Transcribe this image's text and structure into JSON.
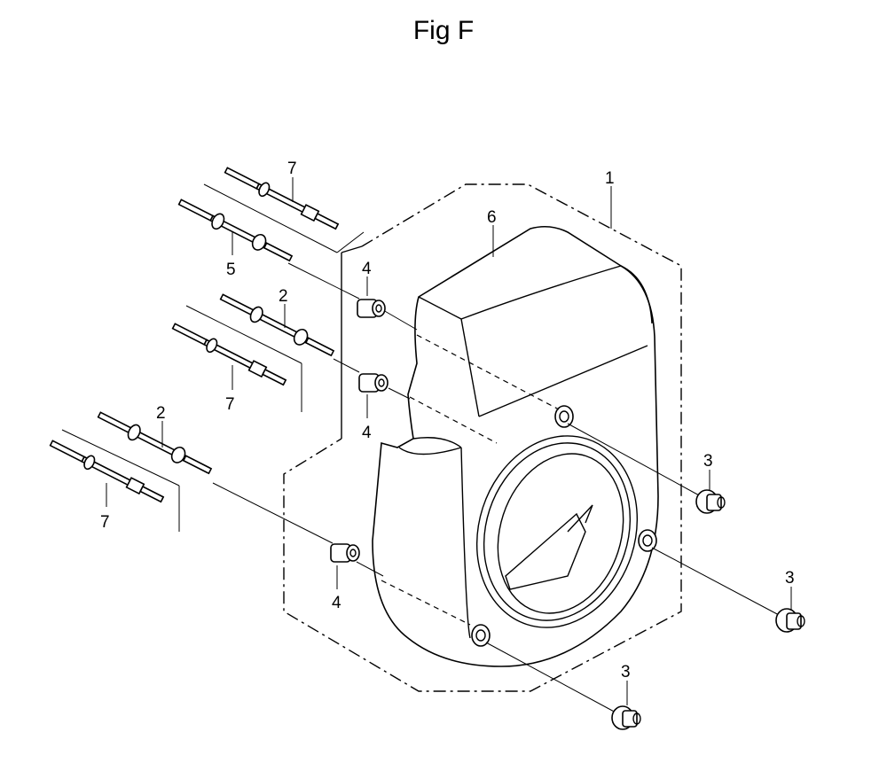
{
  "figure": {
    "title": "Fig F"
  },
  "callouts": {
    "c1": "1",
    "c2a": "2",
    "c2b": "2",
    "c3a": "3",
    "c3b": "3",
    "c3c": "3",
    "c4a": "4",
    "c4b": "4",
    "c4c": "4",
    "c5": "5",
    "c6": "6",
    "c7a": "7",
    "c7b": "7",
    "c7c": "7"
  }
}
